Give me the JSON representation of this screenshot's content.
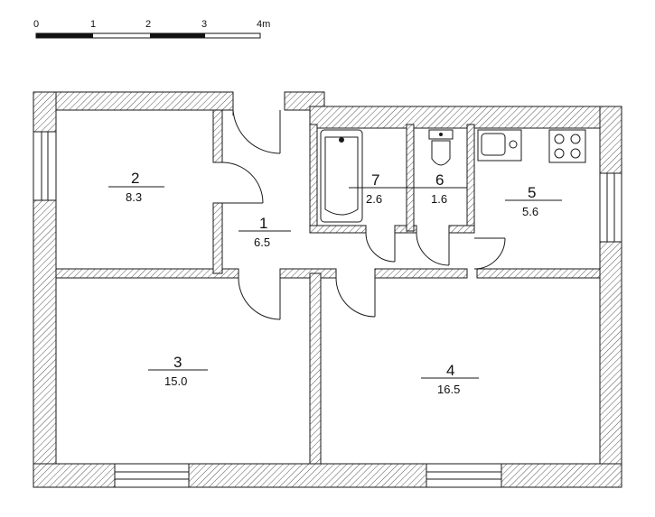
{
  "scale_bar": {
    "ticks": [
      "0",
      "1",
      "2",
      "3",
      "4m"
    ]
  },
  "rooms": [
    {
      "number": "1",
      "area": "6.5"
    },
    {
      "number": "2",
      "area": "8.3"
    },
    {
      "number": "3",
      "area": "15.0"
    },
    {
      "number": "4",
      "area": "16.5"
    },
    {
      "number": "5",
      "area": "5.6"
    },
    {
      "number": "6",
      "area": "1.6"
    },
    {
      "number": "7",
      "area": "2.6"
    }
  ],
  "colors": {
    "wall_stroke": "#1a1a1a",
    "hatch": "#555555",
    "background": "#ffffff"
  }
}
